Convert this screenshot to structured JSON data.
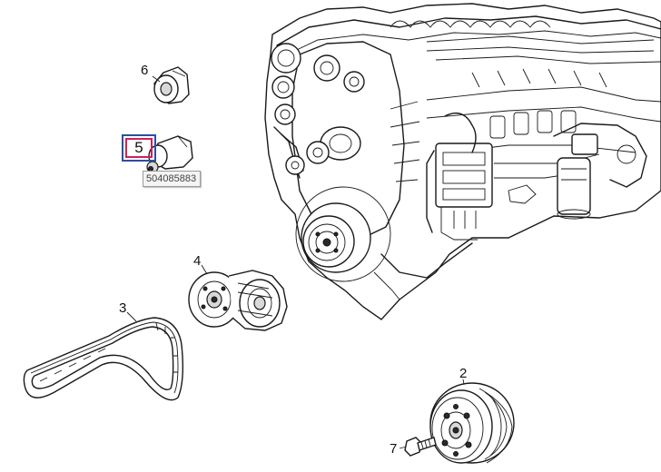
{
  "callouts": {
    "c2": "2",
    "c3": "3",
    "c4": "4",
    "c5": "5",
    "c6": "6",
    "c7": "7"
  },
  "tooltip": {
    "part_number": "504085883"
  },
  "highlight": {
    "outer_color": "#2d4fa0",
    "inner_color": "#d0205a"
  }
}
